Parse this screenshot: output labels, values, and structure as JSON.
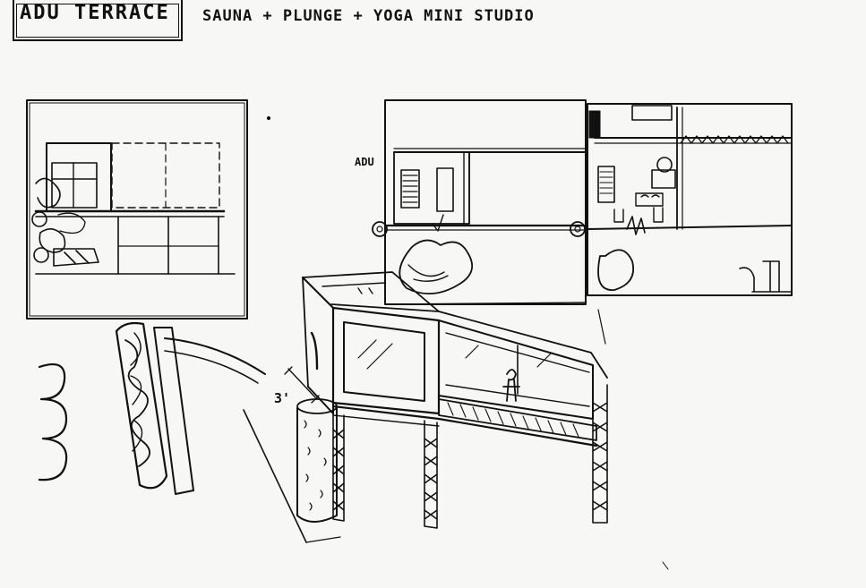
{
  "title": "ADU TERRACE",
  "subtitle": "SAUNA + PLUNGE + YOGA MINI STUDIO",
  "labels": {
    "adu": "ADU",
    "dimension": "3'"
  },
  "colors": {
    "ink": "#111111",
    "paper": "#f7f7f5"
  }
}
